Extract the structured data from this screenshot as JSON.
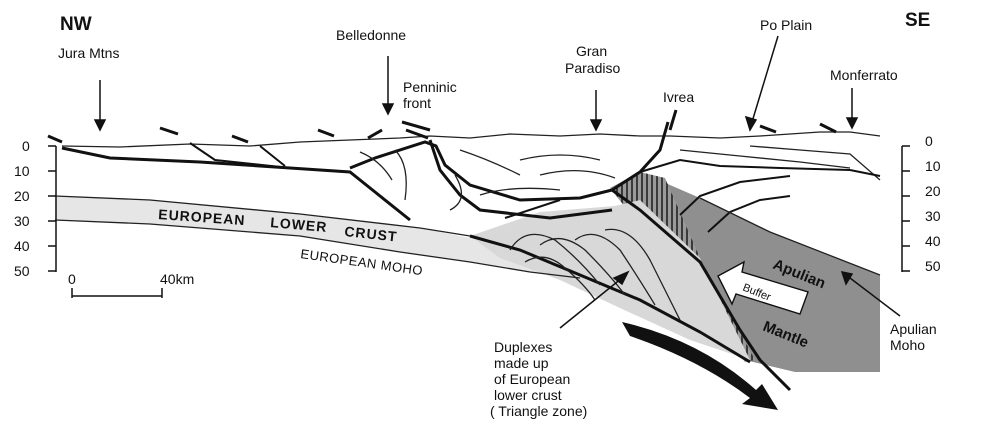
{
  "orientation": {
    "left": "NW",
    "right": "SE"
  },
  "places": {
    "jura": "Jura Mtns",
    "belledonne": "Belledonne",
    "penninic_1": "Penninic",
    "penninic_2": "front",
    "gran_paradiso_1": "Gran",
    "gran_paradiso_2": "Paradiso",
    "ivrea": "Ivrea",
    "po_plain": "Po Plain",
    "monferrato": "Monferrato"
  },
  "depth_scale_km": {
    "left_ticks": [
      "0",
      "10",
      "20",
      "30",
      "40",
      "50"
    ],
    "right_ticks": [
      "0",
      "10",
      "20",
      "30",
      "40",
      "50"
    ]
  },
  "distance_scale": {
    "start": "0",
    "end": "40km"
  },
  "units": {
    "european_lower_crust": {
      "w1": "EUROPEAN",
      "w2": "LOWER",
      "w3": "CRUST"
    },
    "european_moho": "EUROPEAN MOHO",
    "apulian_mantle_1": "Apulian",
    "apulian_mantle_2": "Mantle",
    "buffer": "Buffer"
  },
  "annotations": {
    "duplexes": [
      "Duplexes",
      "made up",
      "of European",
      "lower crust",
      "( Triangle zone)"
    ],
    "apulian_moho": [
      "Apulian",
      "Moho"
    ]
  },
  "colors": {
    "lower_crust_fill": "#e6e6e6",
    "mantle_fill": "#8f8f8f",
    "triangle_zone_fill": "#d8d8d8",
    "ink": "#111111"
  }
}
